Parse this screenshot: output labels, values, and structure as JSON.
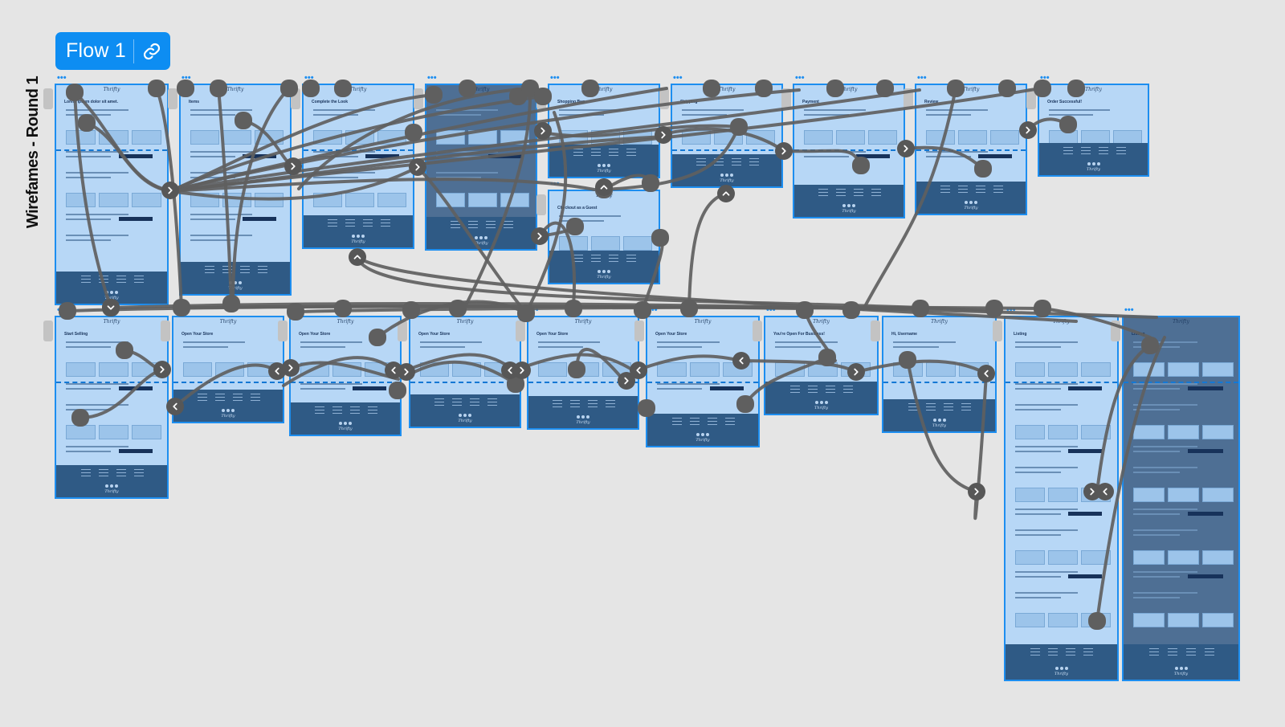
{
  "flow_button": {
    "label": "Flow 1",
    "icon": "link-icon"
  },
  "section_label": "Wirefames - Round 1",
  "frames": [
    {
      "id": "home",
      "logo": "Thrifty",
      "footer_logo": "Thrifty",
      "heading": "Lorem ipsum dolor sit amet."
    },
    {
      "id": "browse",
      "logo": "Thrifty",
      "footer_logo": "Thrifty",
      "heading": "Items"
    },
    {
      "id": "item-detail",
      "logo": "Thrifty",
      "footer_logo": "Thrifty",
      "heading": "Complete the Look"
    },
    {
      "id": "item-detail-overlay",
      "logo": "Thrifty",
      "footer_logo": "Thrifty"
    },
    {
      "id": "shopping-bag",
      "logo": "Thrifty",
      "footer_logo": "Thrifty",
      "heading": "Shopping Bag"
    },
    {
      "id": "checkout-modal",
      "logo": "Thrifty",
      "footer_logo": "Thrifty",
      "heading": "Checkout as a Guest"
    },
    {
      "id": "checkout-shipping",
      "logo": "Thrifty",
      "footer_logo": "Thrifty",
      "heading": "Shipping"
    },
    {
      "id": "checkout-payment",
      "logo": "Thrifty",
      "footer_logo": "Thrifty",
      "heading": "Payment"
    },
    {
      "id": "checkout-review",
      "logo": "Thrifty",
      "footer_logo": "Thrifty",
      "heading": "Review"
    },
    {
      "id": "order-success",
      "logo": "Thrifty",
      "footer_logo": "Thrifty",
      "heading": "Order Successful!"
    },
    {
      "id": "sell-landing",
      "logo": "Thrifty",
      "footer_logo": "Thrifty",
      "heading": "Start Selling"
    },
    {
      "id": "open-store-1",
      "logo": "Thrifty",
      "footer_logo": "Thrifty",
      "heading": "Open Your Store"
    },
    {
      "id": "open-store-2",
      "logo": "Thrifty",
      "footer_logo": "Thrifty",
      "heading": "Open Your Store"
    },
    {
      "id": "open-store-3",
      "logo": "Thrifty",
      "footer_logo": "Thrifty",
      "heading": "Open Your Store"
    },
    {
      "id": "open-store-4",
      "logo": "Thrifty",
      "footer_logo": "Thrifty",
      "heading": "Open Your Store"
    },
    {
      "id": "open-store-5",
      "logo": "Thrifty",
      "footer_logo": "Thrifty",
      "heading": "Open Your Store"
    },
    {
      "id": "store-open",
      "logo": "Thrifty",
      "footer_logo": "Thrifty",
      "heading": "You're Open For Business!"
    },
    {
      "id": "seller-dashboard",
      "logo": "Thrifty",
      "footer_logo": "Thrifty",
      "heading": "Hi, Username"
    },
    {
      "id": "new-listing",
      "logo": "Thrifty",
      "footer_logo": "Thrifty",
      "heading": "Listing"
    },
    {
      "id": "new-listing-overlay",
      "logo": "Thrifty",
      "footer_logo": "Thrifty",
      "heading": "Listing"
    }
  ],
  "colors": {
    "canvas": "#e5e5e5",
    "accent": "#0d8df2",
    "frame_fill": "#b7d7f6",
    "frame_border": "#1d8ef0",
    "footer": "#2f5a85",
    "connector": "#5f5f5f"
  }
}
